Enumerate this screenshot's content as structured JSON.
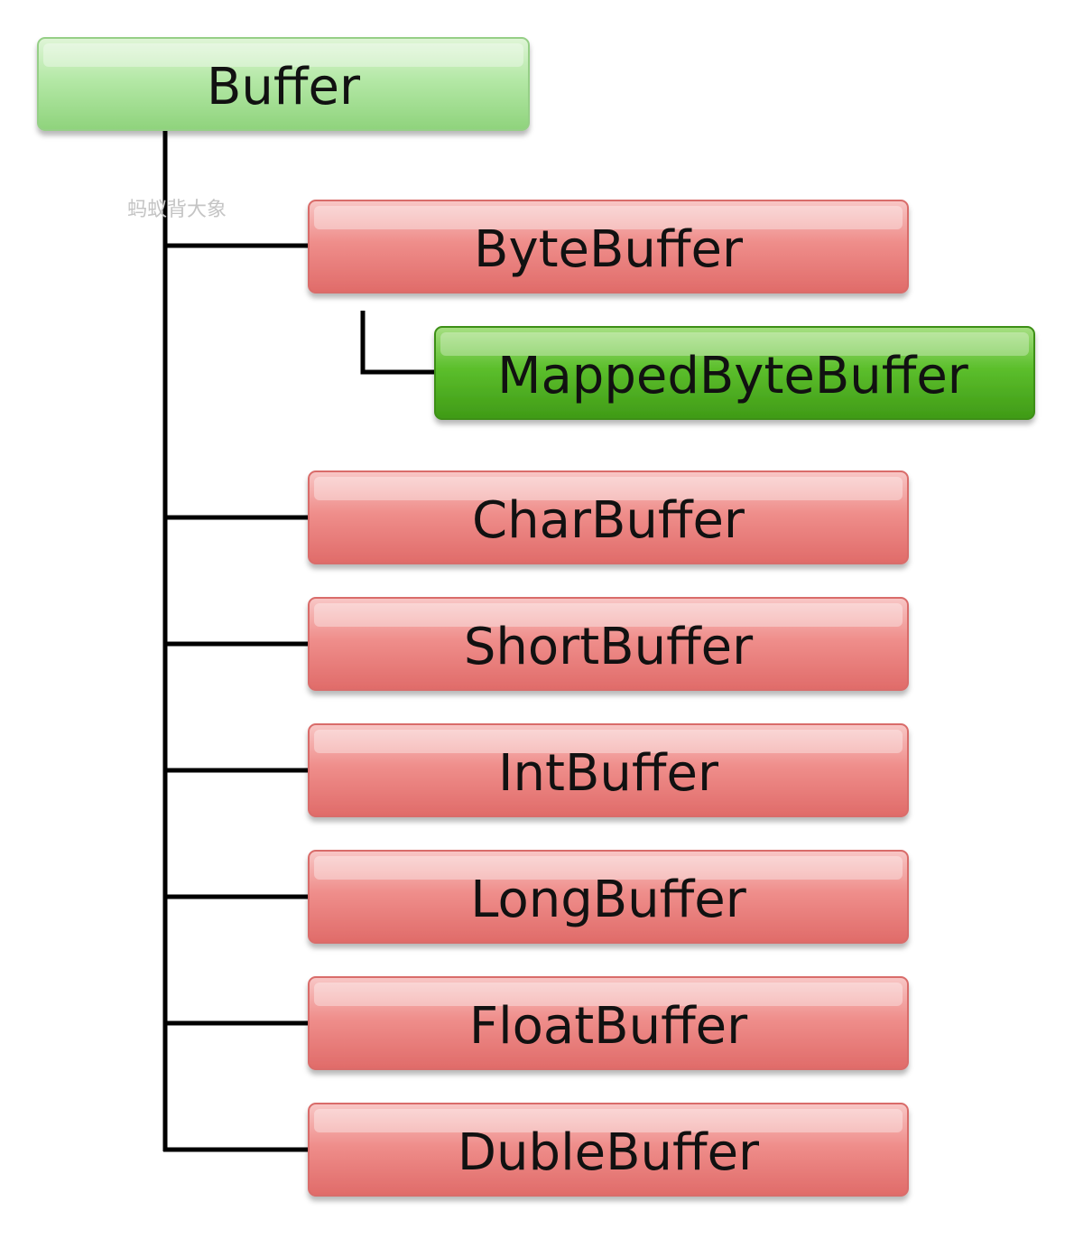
{
  "root": {
    "label": "Buffer"
  },
  "watermark": "蚂蚁背大象",
  "children": [
    {
      "label": "ByteBuffer",
      "child": {
        "label": "MappedByteBuffer"
      }
    },
    {
      "label": "CharBuffer"
    },
    {
      "label": "ShortBuffer"
    },
    {
      "label": "IntBuffer"
    },
    {
      "label": "LongBuffer"
    },
    {
      "label": "FloatBuffer"
    },
    {
      "label": "DubleBuffer"
    }
  ],
  "colors": {
    "root_fill": "#a9e39a",
    "child_fill": "#ec7f7d",
    "grandchild_fill": "#4fb51e",
    "line": "#000000"
  }
}
